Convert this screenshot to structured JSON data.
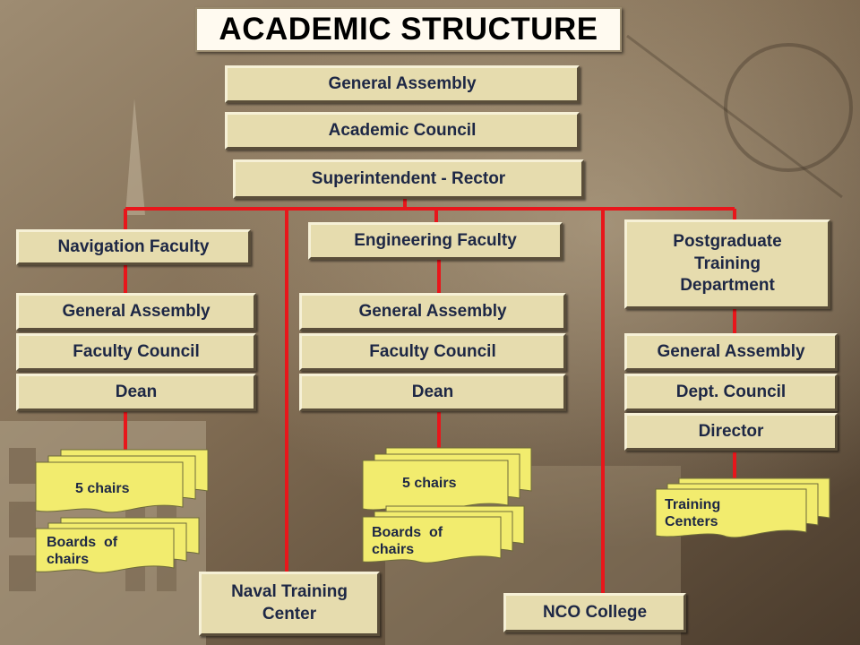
{
  "title": "ACADEMIC STRUCTURE",
  "top": {
    "general_assembly": "General Assembly",
    "academic_council": "Academic Council",
    "rector": "Superintendent - Rector"
  },
  "navigation": {
    "faculty": "Navigation Faculty",
    "general_assembly": "General Assembly",
    "council": "Faculty Council",
    "dean": "Dean",
    "chairs": "5 chairs",
    "boards_line1": "Boards  of",
    "boards_line2": "chairs"
  },
  "engineering": {
    "faculty": "Engineering Faculty",
    "general_assembly": "General Assembly",
    "council": "Faculty Council",
    "dean": "Dean",
    "chairs": "5 chairs",
    "boards_line1": "Boards  of",
    "boards_line2": "chairs"
  },
  "postgraduate": {
    "line1": "Postgraduate",
    "line2": "Training",
    "line3": "Department",
    "general_assembly": "General Assembly",
    "council": "Dept. Council",
    "director": "Director",
    "centers_line1": "Training",
    "centers_line2": "Centers"
  },
  "naval_line1": "Naval Training",
  "naval_line2": "Center",
  "nco": "NCO College",
  "colors": {
    "box": "#e6dcae",
    "text": "#1d2745",
    "connector": "#e8161b",
    "doc": "#f2ec6e"
  }
}
